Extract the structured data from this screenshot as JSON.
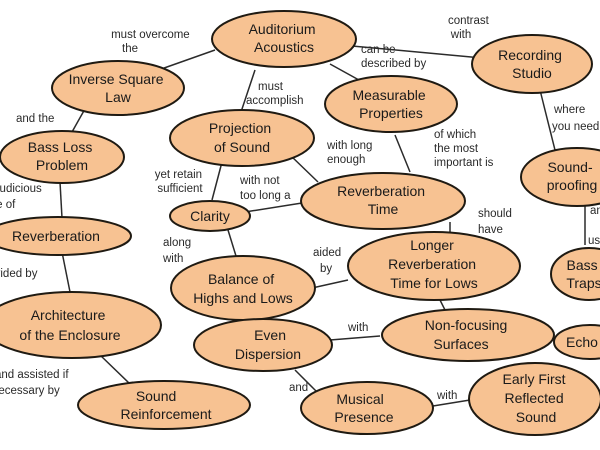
{
  "nodes": {
    "auditorium": [
      "Auditorium",
      "Acoustics"
    ],
    "inverse_square": [
      "Inverse Square",
      "Law"
    ],
    "recording_studio": [
      "Recording",
      "Studio"
    ],
    "measurable": [
      "Measurable",
      "Properties"
    ],
    "projection": [
      "Projection",
      "of Sound"
    ],
    "bass_loss": [
      "Bass Loss",
      "Problem"
    ],
    "reverb_time": [
      "Reverberation",
      "Time"
    ],
    "soundproofing": [
      "Sound-",
      "proofing"
    ],
    "clarity": [
      "Clarity"
    ],
    "reverberation": [
      "Reverberation"
    ],
    "longer_reverb": [
      "Longer",
      "Reverberation",
      "Time for Lows"
    ],
    "bass_traps": [
      "Bass",
      "Traps"
    ],
    "balance": [
      "Balance of",
      "Highs and Lows"
    ],
    "architecture": [
      "Architecture",
      "of the Enclosure"
    ],
    "even_dispersion": [
      "Even",
      "Dispersion"
    ],
    "non_focusing": [
      "Non-focusing",
      "Surfaces"
    ],
    "echo": [
      "Echo"
    ],
    "early_reflected": [
      "Early First",
      "Reflected",
      "Sound"
    ],
    "musical_presence": [
      "Musical",
      "Presence"
    ],
    "sound_reinforcement": [
      "Sound",
      "Reinforcement"
    ]
  },
  "links": {
    "must_overcome": [
      "must overcome",
      "the"
    ],
    "contrast_with": [
      "contrast",
      "with"
    ],
    "can_be_described": [
      "can be",
      "described by"
    ],
    "must_accomplish": [
      "must",
      "accomplish"
    ],
    "and_the": [
      "and the"
    ],
    "of_which": [
      "of which",
      "the most",
      "important is"
    ],
    "where_you_need": [
      "where",
      "you need"
    ],
    "with_long_enough": [
      "with long",
      "enough"
    ],
    "yet_retain": [
      "yet retain",
      "sufficient"
    ],
    "with_not_too_long": [
      "with not",
      "too long a"
    ],
    "judicious_use": [
      "judicious",
      "use of"
    ],
    "should_have": [
      "should",
      "have"
    ],
    "and_using": [
      "and",
      "using"
    ],
    "along_with": [
      "along",
      "with"
    ],
    "aided_by": [
      "aided",
      "by"
    ],
    "provided_by": [
      "provided by"
    ],
    "with_surfaces": [
      "with"
    ],
    "and_assisted": [
      "and assisted if",
      "necessary by"
    ],
    "and_presence": [
      "and"
    ],
    "with_early": [
      "with"
    ]
  }
}
